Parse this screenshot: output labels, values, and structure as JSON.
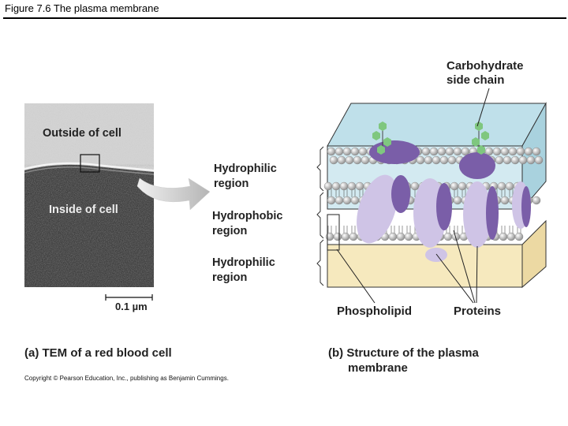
{
  "slide": {
    "title": "Figure 7.6  The plasma membrane"
  },
  "micrograph": {
    "outside_label": "Outside of cell",
    "inside_label": "Inside of cell",
    "scale_label": "0.1 µm",
    "caption": "(a) TEM of a red blood cell"
  },
  "membrane_model": {
    "carbohydrate_label_line1": "Carbohydrate",
    "carbohydrate_label_line2": "side chain",
    "regions": [
      {
        "line1": "Hydrophilic",
        "line2": "region"
      },
      {
        "line1": "Hydrophobic",
        "line2": "region"
      },
      {
        "line1": "Hydrophilic",
        "line2": "region"
      }
    ],
    "phospholipid_label": "Phospholipid",
    "proteins_label": "Proteins",
    "caption_line1": "(b) Structure of the plasma",
    "caption_line2": "membrane"
  },
  "copyright": "Copyright © Pearson Education, Inc., publishing as Benjamin Cummings.",
  "colors": {
    "outer_fluid": "#d3eaf1",
    "inner_fluid": "#f6e9be",
    "protein_light": "#cfc4e6",
    "protein_dark": "#7a5ea8",
    "carbohydrate": "#7fc77f",
    "lipid_head": "#bfbfbf"
  }
}
